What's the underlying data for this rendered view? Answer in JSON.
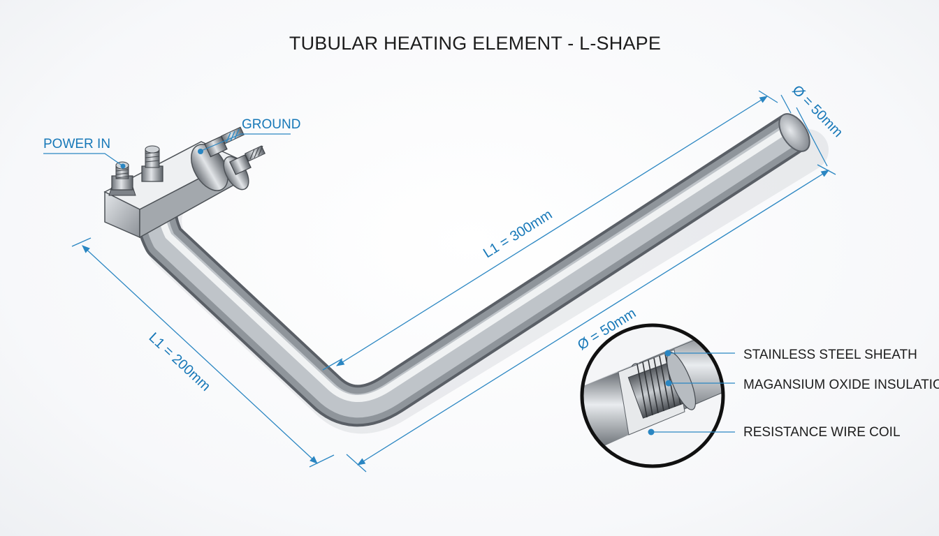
{
  "title": "TUBULAR HEATING ELEMENT - L-SHAPE",
  "dimensions": {
    "short_leg": "L1 = 200mm",
    "long_leg": "L1 = 300mm",
    "diameter_end": "Ø = 50mm",
    "diameter_side": "Ø = 50mm"
  },
  "terminals": {
    "power_in": "POWER IN",
    "ground": "GROUND"
  },
  "cross_section": {
    "layers": [
      "STAINLESS STEEL SHEATH",
      "MAGANSIUM OXIDE INSULATION",
      "RESISTANCE WIRE COIL"
    ]
  },
  "colors": {
    "accent": "#1778b8",
    "sheath_dark": "#6e737a",
    "sheath_light": "#e4e7ea"
  }
}
